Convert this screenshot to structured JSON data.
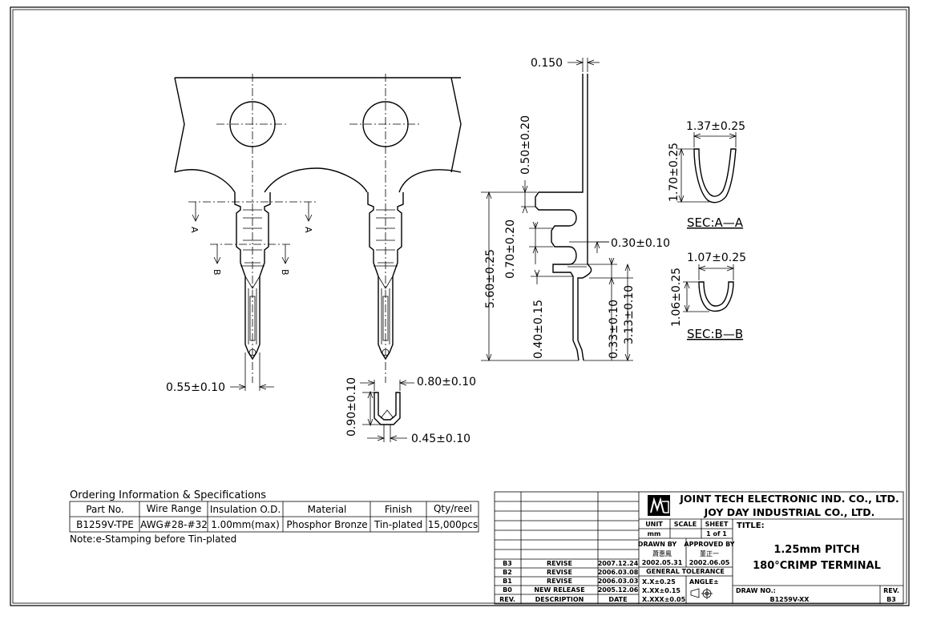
{
  "drawing": {
    "dimensions": {
      "thickness": "0.150",
      "top_len": "0.50±0.20",
      "tab_len": "0.70±0.20",
      "total_len": "5.60±0.25",
      "lower_len": "0.40±0.15",
      "step": "0.30±0.10",
      "lower_a": "0.33±0.10",
      "lower_b": "3.13±0.10",
      "pin_w": "0.55±0.10",
      "end_w": "0.80±0.10",
      "end_h": "0.90±0.10",
      "end_gap": "0.45±0.10",
      "sec_a_w": "1.37±0.25",
      "sec_a_h": "1.70±0.25",
      "sec_b_w": "1.07±0.25",
      "sec_b_h": "1.06±0.25"
    },
    "section_labels": {
      "sec_a": "SEC:A—A",
      "sec_b": "SEC:B—B"
    },
    "markers": {
      "a": "A",
      "b": "B"
    }
  },
  "ordering": {
    "title": "Ordering Information & Specifications",
    "headers": [
      "Part No.",
      "Wire Range",
      "Insulation O.D.",
      "Material",
      "Finish",
      "Qty/reel"
    ],
    "row": [
      "B1259V-TPE",
      "AWG#28-#32",
      "1.00mm(max)",
      "Phosphor Bronze",
      "Tin-plated",
      "15,000pcs"
    ],
    "note": "Note:e-Stamping before Tin-plated"
  },
  "title_block": {
    "company_1": "JOINT TECH ELECTRONIC IND. CO., LTD.",
    "company_2": "JOY DAY INDUSTRIAL CO., LTD.",
    "unit_label": "UNIT",
    "unit_value": "mm",
    "scale_label": "SCALE",
    "sheet_label": "SHEET",
    "sheet_value": "1 of 1",
    "title_label": "TITLE:",
    "title_1": "1.25mm PITCH",
    "title_2": "180°CRIMP TERMINAL",
    "drawn_by_label": "DRAWN BY",
    "drawn_by_name": "蕭惠鳳",
    "drawn_date": "2002.05.31",
    "approved_label": "APPROVED BY",
    "approved_name": "董正一",
    "approved_date": "2002.06.05",
    "tolerance_label": "GENERAL TOLERANCE",
    "tol_1": "X.X±0.25",
    "tol_2": "X.XX±0.15",
    "tol_3": "X.XXX±0.05",
    "angle_label": "ANGLE±",
    "draw_no_label": "DRAW NO.:",
    "draw_no": "B1259V-XX",
    "rev_label": "REV.",
    "rev_value": "B3",
    "revisions": [
      {
        "rev": "B3",
        "desc": "REVISE",
        "date": "2007.12.24"
      },
      {
        "rev": "B2",
        "desc": "REVISE",
        "date": "2006.03.08"
      },
      {
        "rev": "B1",
        "desc": "REVISE",
        "date": "2006.03.03"
      },
      {
        "rev": "B0",
        "desc": "NEW RELEASE",
        "date": "2005.12.06"
      }
    ],
    "rev_header": {
      "rev": "REV.",
      "desc": "DESCRIPTION",
      "date": "DATE"
    }
  }
}
